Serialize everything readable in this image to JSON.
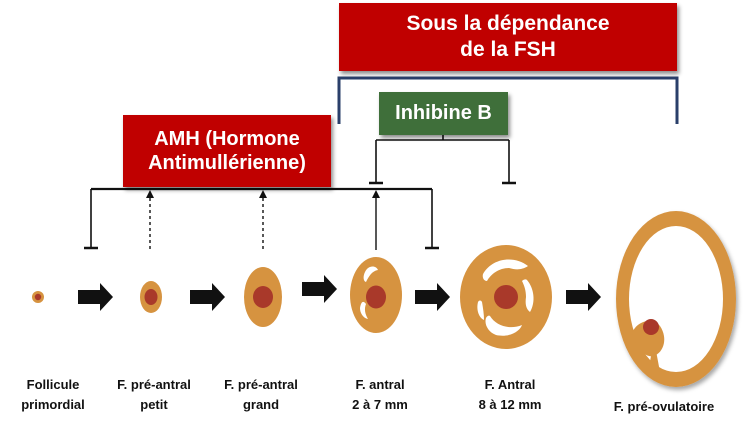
{
  "colors": {
    "box_red": "#c00000",
    "box_green": "#3f6f3a",
    "bracket_blue": "#2a3f6a",
    "follicle_orange": "#d69340",
    "oocyte_red": "#a9392a",
    "arrow_black": "#111111"
  },
  "fsh_box": {
    "line1": "Sous la dépendance",
    "line2": "de la FSH"
  },
  "amh_box": {
    "line1": "AMH (Hormone",
    "line2": "Antimullérienne)"
  },
  "inhibine_box": {
    "label": "Inhibine B"
  },
  "stages": [
    {
      "line1": "Follicule",
      "line2": "primordial"
    },
    {
      "line1": "F. pré-antral",
      "line2": "petit"
    },
    {
      "line1": "F. pré-antral",
      "line2": "grand"
    },
    {
      "line1": "F. antral",
      "line2": "2 à 7 mm"
    },
    {
      "line1": "F. Antral",
      "line2": "8 à 12 mm"
    },
    {
      "line1": "F. pré-ovulatoire",
      "line2": ""
    }
  ]
}
